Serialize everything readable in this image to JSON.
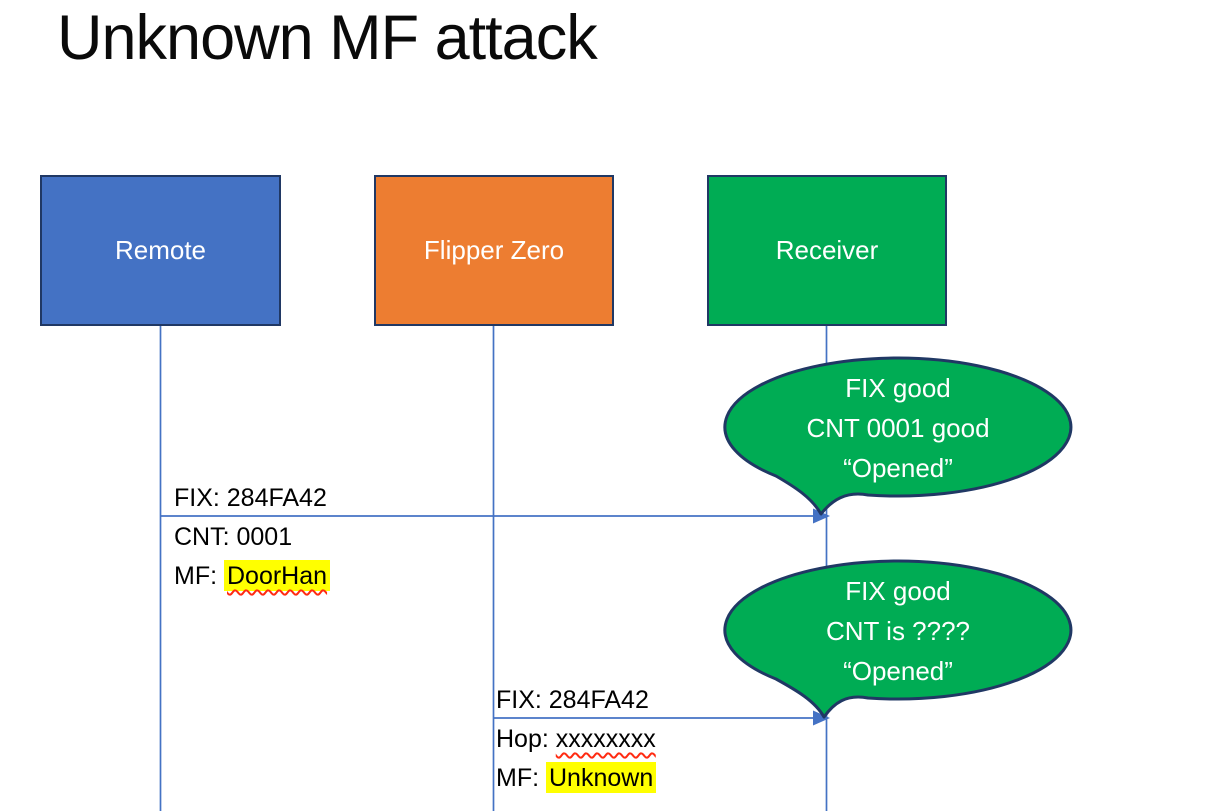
{
  "title": "Unknown MF attack",
  "actors": [
    {
      "id": "remote",
      "label": "Remote",
      "fill": "#4472C4"
    },
    {
      "id": "flipper",
      "label": "Flipper Zero",
      "fill": "#ED7D31"
    },
    {
      "id": "receiver",
      "label": "Receiver",
      "fill": "#00AC54"
    }
  ],
  "messages": [
    {
      "from": "Remote",
      "to": "Receiver",
      "line1": "FIX: 284FA42",
      "line2_prefix": "CNT: ",
      "line2_value": "0001",
      "line3_prefix": "MF: ",
      "line3_value": "DoorHan"
    },
    {
      "from": "Flipper Zero",
      "to": "Receiver",
      "line1": "FIX: 284FA42",
      "line2_prefix": "Hop: ",
      "line2_value": "xxxxxxxx",
      "line3_prefix": "MF: ",
      "line3_value": "Unknown"
    }
  ],
  "callouts": [
    {
      "line1": "FIX good",
      "line2": "CNT 0001 good",
      "line3": "“Opened”"
    },
    {
      "line1": "FIX good",
      "line2": "CNT is ????",
      "line3": "“Opened”"
    }
  ],
  "colors": {
    "remote_fill": "#4472C4",
    "flipper_fill": "#ED7D31",
    "receiver_fill": "#00AC54",
    "callout_fill": "#00AC54",
    "outline_navy": "#203864",
    "connector_blue": "#4472C4",
    "highlight_yellow": "#FFFF00",
    "squiggle_red": "#FF2B12",
    "text_black": "#0a0a0a",
    "text_white": "#ffffff"
  }
}
